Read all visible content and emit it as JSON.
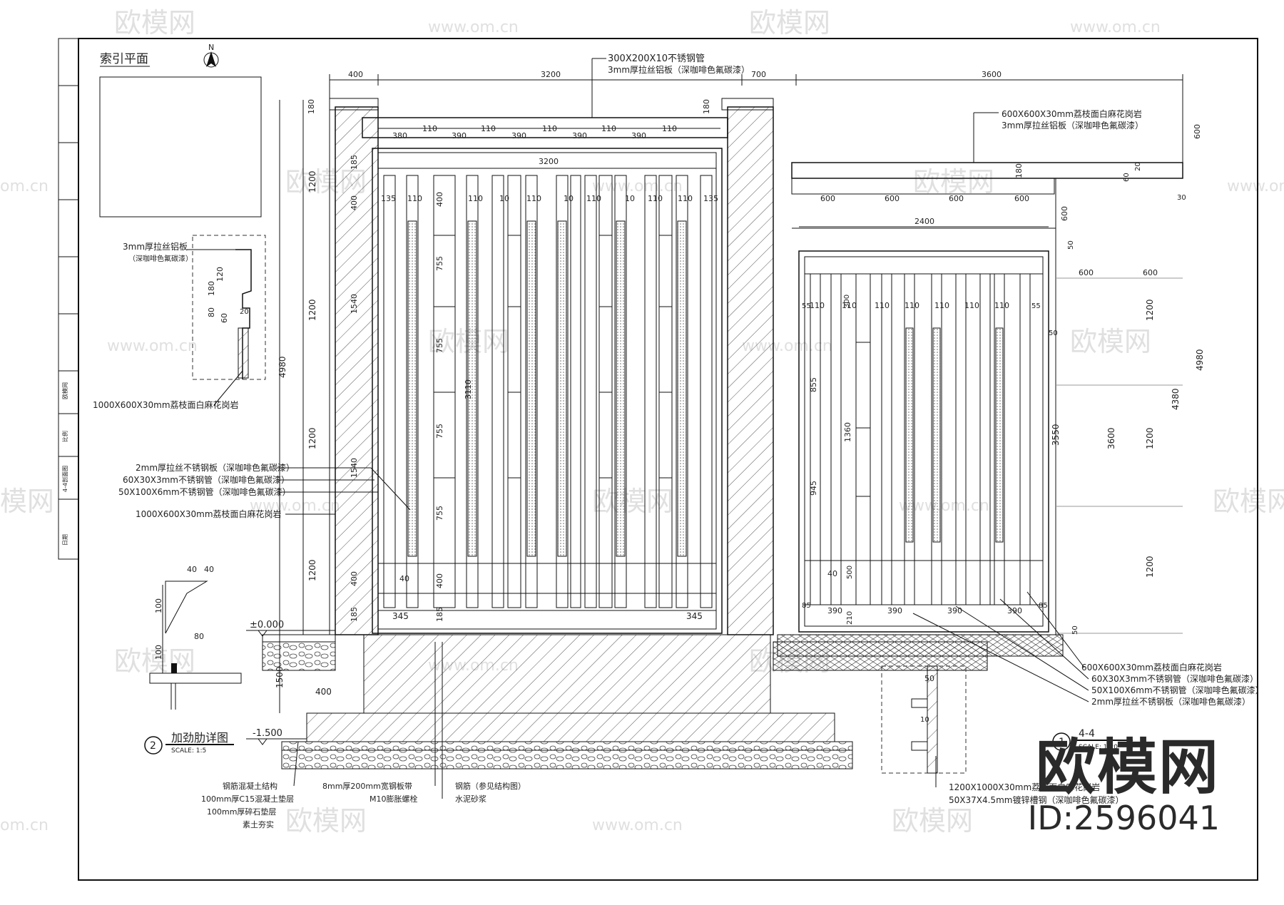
{
  "watermark": {
    "brand": "欧模网",
    "url": "www.om.cn",
    "short": "om.cn",
    "brand_tail": "模网"
  },
  "brand": {
    "logo": "欧模网",
    "id": "ID:2596041"
  },
  "index_plan": {
    "title": "索引平面",
    "north": "N"
  },
  "detail2": {
    "title": "加劲肋详图",
    "scale": "SCALE:  1:5",
    "number": "2",
    "dims": {
      "d40a": "40",
      "d40b": "40",
      "d100a": "100",
      "d80": "80",
      "d100b": "100"
    }
  },
  "section": {
    "title": "4-4",
    "scale": "SCALE:  1:20",
    "number": "1"
  },
  "top_callouts": {
    "tube": "300X200X10不锈钢管",
    "plate": "3mm厚拉丝铝板（深咖啡色氟碳漆）",
    "granite_a": "600X600X30mm荔枝面白麻花岗岩",
    "plate_b": "3mm厚拉丝铝板（深咖啡色氟碳漆）"
  },
  "left_callouts": {
    "plate3": "3mm厚拉丝铝板",
    "plate3_note": "（深咖啡色氟碳漆）",
    "granite1000": "1000X600X30mm荔枝面白麻花岗岩",
    "steel2": "2mm厚拉丝不锈钢板（深咖啡色氟碳漆）",
    "tube60": "60X30X3mm不锈钢管（深咖啡色氟碳漆）",
    "tube50": "50X100X6mm不锈钢管（深咖啡色氟碳漆）",
    "granite1000b": "1000X600X30mm荔枝面白麻花岗岩",
    "dims": {
      "d120": "120",
      "d180": "180",
      "d80": "80",
      "d60": "60",
      "d20": "20"
    }
  },
  "bottom_callouts": {
    "concrete": "钢筋混凝土结构",
    "c15": "100mm厚C15混凝土垫层",
    "gravel": "100mm厚碎石垫层",
    "soil": "素土夯实",
    "anchor_plate": "8mm厚200mm宽钢板带",
    "bolt": "M10膨胀螺栓",
    "bond": "钢筋（参见结构图）",
    "mortar": "水泥砂浆",
    "granite1200": "1200X1000X30mm荔枝面白麻花岗岩",
    "channel": "50X37X4.5mm镀锌槽钢（深咖啡色氟碳漆）"
  },
  "right_callouts": {
    "granite600": "600X600X30mm荔枝面白麻花岗岩",
    "tube60": "60X30X3mm不锈钢管（深咖啡色氟碳漆）",
    "tube50": "50X100X6mm不锈钢管（深咖啡色氟碳漆）",
    "steel2": "2mm厚拉丝不锈钢板（深咖啡色氟碳漆）"
  },
  "levels": {
    "ground": "±0.000",
    "foundation": "-1.500"
  },
  "dims_top": {
    "d400": "400",
    "d3200": "3200",
    "d700": "700",
    "d3600": "3600",
    "d180a": "180",
    "d180b": "180",
    "d3200b": "3200",
    "d600": "600",
    "d180c": "180",
    "d60": "60",
    "d20": "20",
    "d30": "30"
  },
  "dims_top_row": [
    "380",
    "110",
    "390",
    "110",
    "390",
    "110",
    "390",
    "110",
    "390",
    "110"
  ],
  "dims_panel_row": [
    "135",
    "110",
    "110",
    "10",
    "110",
    "10",
    "110",
    "10",
    "110",
    "110",
    "135"
  ],
  "dims_left_vertical": {
    "d1200a": "1200",
    "d1200b": "1200",
    "d1200c": "1200",
    "d1200d": "1200",
    "d4980": "4980",
    "d1500": "1500",
    "d400": "400"
  },
  "dims_wall_vertical": {
    "d185a": "185",
    "d400a": "400",
    "d1540a": "1540",
    "d1540b": "1540",
    "d400b": "400",
    "d185b": "185"
  },
  "dims_panel_vertical": {
    "d400": "400",
    "d755a": "755",
    "d755b": "755",
    "d3110": "3110",
    "d755c": "755",
    "d755d": "755",
    "d400b": "400"
  },
  "dims_panel_bottom": {
    "d345a": "345",
    "d185": "185",
    "d345b": "345",
    "d40": "40"
  },
  "dims_right": {
    "d600row": [
      "600",
      "600",
      "600",
      "600"
    ],
    "d2400": "2400",
    "d600b": "600",
    "d600c": "600",
    "d600v": "600",
    "d50a": "50",
    "d1200a": "1200",
    "d50b": "50",
    "d3600": "3600",
    "d1200b": "1200",
    "d1200c": "1200",
    "d4380": "4380",
    "d4980": "4980",
    "d1200d": "1200",
    "d50c": "50",
    "d390row": [
      "390",
      "390",
      "390",
      "390"
    ],
    "d85a": "85",
    "d85b": "85",
    "d110row": [
      "110",
      "110",
      "110",
      "110",
      "110",
      "110",
      "110"
    ],
    "d55a": "55",
    "d55b": "55",
    "d855": "855",
    "d1360": "1360",
    "d945": "945",
    "d3550": "3550",
    "d300": "300",
    "d500": "500",
    "d210": "210",
    "d40": "40"
  },
  "dims_section": {
    "d50": "50",
    "d10": "10"
  },
  "title_block": {
    "company": "欧模网",
    "drawing": "4-4剖面图",
    "scale": "比例",
    "date": "日期"
  }
}
